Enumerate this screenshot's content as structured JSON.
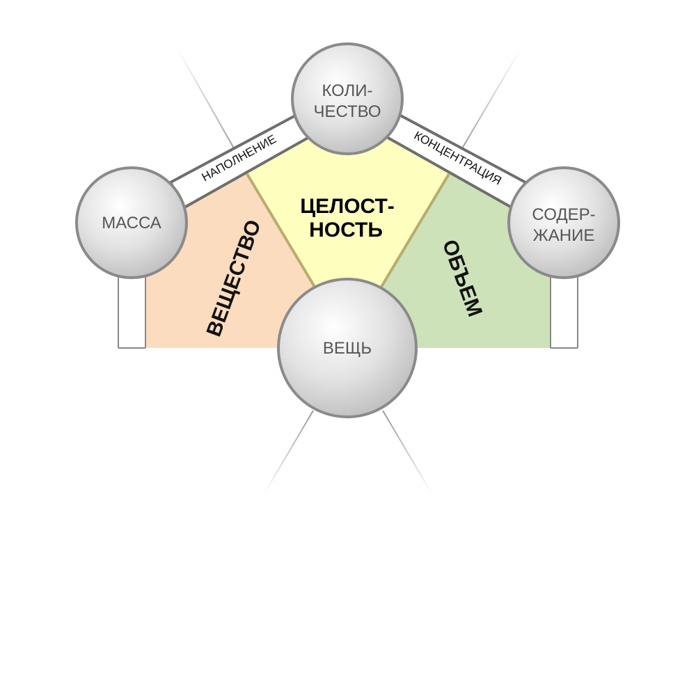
{
  "nodes": {
    "top": {
      "line1": "КОЛИ-",
      "line2": "ЧЕСТВО"
    },
    "left": {
      "label": "МАССА"
    },
    "right": {
      "line1": "СОДЕР-",
      "line2": "ЖАНИЕ"
    },
    "bottom": {
      "label": "ВЕЩЬ"
    }
  },
  "sectors": {
    "center": {
      "line1": "ЦЕЛОСТ-",
      "line2": "НОСТЬ",
      "color": "#fefebf"
    },
    "left": {
      "label": "ВЕЩЕСТВО",
      "color": "#fcdcbe"
    },
    "right": {
      "label": "ОБЪЕМ",
      "color": "#cde2b9"
    }
  },
  "bands": {
    "left": {
      "label": "НАПОЛНЕНИЕ"
    },
    "right": {
      "label": "КОНЦЕНТРАЦИЯ"
    }
  }
}
